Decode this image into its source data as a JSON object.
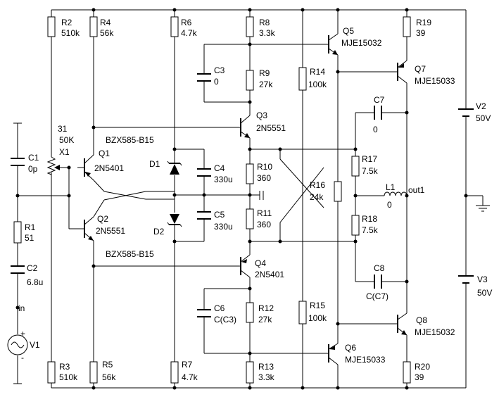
{
  "resistors": [
    {
      "id": "r2",
      "ref": "R2",
      "value": "510k"
    },
    {
      "id": "r4",
      "ref": "R4",
      "value": "56k"
    },
    {
      "id": "r6",
      "ref": "R6",
      "value": "4.7k"
    },
    {
      "id": "r8",
      "ref": "R8",
      "value": "3.3k"
    },
    {
      "id": "r9",
      "ref": "R9",
      "value": "27k"
    },
    {
      "id": "r14",
      "ref": "R14",
      "value": "100k"
    },
    {
      "id": "r19",
      "ref": "R19",
      "value": "39"
    },
    {
      "id": "r1",
      "ref": "R1",
      "value": "51"
    },
    {
      "id": "r10",
      "ref": "R10",
      "value": "360"
    },
    {
      "id": "r11",
      "ref": "R11",
      "value": "360"
    },
    {
      "id": "r16",
      "ref": "R16",
      "value": "24k"
    },
    {
      "id": "r17",
      "ref": "R17",
      "value": "7.5k"
    },
    {
      "id": "r18",
      "ref": "R18",
      "value": "7.5k"
    },
    {
      "id": "r12",
      "ref": "R12",
      "value": "27k"
    },
    {
      "id": "r15",
      "ref": "R15",
      "value": "100k"
    },
    {
      "id": "r3",
      "ref": "R3",
      "value": "510k"
    },
    {
      "id": "r5",
      "ref": "R5",
      "value": "56k"
    },
    {
      "id": "r7",
      "ref": "R7",
      "value": "4.7k"
    },
    {
      "id": "r13",
      "ref": "R13",
      "value": "3.3k"
    },
    {
      "id": "r20",
      "ref": "R20",
      "value": "39"
    }
  ],
  "capacitors": [
    {
      "id": "c1",
      "ref": "C1",
      "value": "0p"
    },
    {
      "id": "c2",
      "ref": "C2",
      "value": "6.8u"
    },
    {
      "id": "c3",
      "ref": "C3",
      "value": "0"
    },
    {
      "id": "c4",
      "ref": "C4",
      "value": "330u"
    },
    {
      "id": "c5",
      "ref": "C5",
      "value": "330u"
    },
    {
      "id": "c6",
      "ref": "C6",
      "value": "C(C3)"
    },
    {
      "id": "c7",
      "ref": "C7",
      "value": "0"
    },
    {
      "id": "c8",
      "ref": "C8",
      "value": "C(C7)"
    }
  ],
  "transistors": [
    {
      "id": "q1",
      "ref": "Q1",
      "part": "2N5401"
    },
    {
      "id": "q2",
      "ref": "Q2",
      "part": "2N5551"
    },
    {
      "id": "q3",
      "ref": "Q3",
      "part": "2N5551"
    },
    {
      "id": "q4",
      "ref": "Q4",
      "part": "2N5401"
    },
    {
      "id": "q5",
      "ref": "Q5",
      "part": "MJE15032"
    },
    {
      "id": "q6",
      "ref": "Q6",
      "part": "MJE15033"
    },
    {
      "id": "q7",
      "ref": "Q7",
      "part": "MJE15033"
    },
    {
      "id": "q8",
      "ref": "Q8",
      "part": "MJE15032"
    }
  ],
  "diodes": [
    {
      "id": "d1",
      "ref": "D1",
      "part": "BZX585-B15"
    },
    {
      "id": "d2",
      "ref": "D2",
      "part": "BZX585-B15"
    }
  ],
  "potentiometer": {
    "ref": "X1",
    "value": "50K",
    "setting": "31"
  },
  "inductor": {
    "ref": "L1",
    "value": "0"
  },
  "sources": [
    {
      "id": "v1",
      "ref": "V1"
    },
    {
      "id": "v2",
      "ref": "V2",
      "value": "50V"
    },
    {
      "id": "v3",
      "ref": "V3",
      "value": "50V"
    }
  ],
  "nets": {
    "input": "in",
    "output": "out1"
  },
  "source_polarity": {
    "plus": "+",
    "minus": "-"
  }
}
